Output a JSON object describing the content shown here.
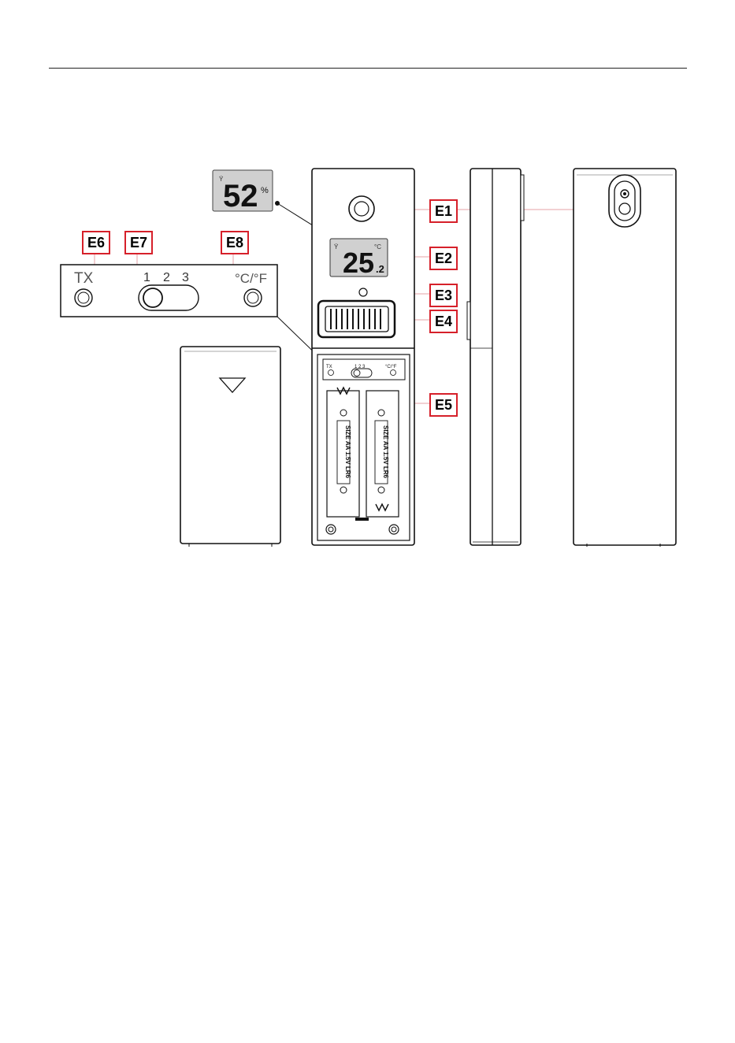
{
  "labels": {
    "e1": "E1",
    "e2": "E2",
    "e3": "E3",
    "e4": "E4",
    "e5": "E5",
    "e6": "E6",
    "e7": "E7",
    "e8": "E8"
  },
  "humidity_display": {
    "value": "52",
    "unit": "%"
  },
  "temperature_display": {
    "main": "25",
    "decimal": ".2",
    "unit": "°C"
  },
  "switch_panel": {
    "tx": "TX",
    "ch1": "1",
    "ch2": "2",
    "ch3": "3",
    "unit_toggle": "°C/°F"
  },
  "battery_label": "SIZE AA 1.5V LR6",
  "colors": {
    "callout_red": "#d6202a",
    "lcd_grey": "#d0d0d0",
    "outline": "#111111"
  }
}
